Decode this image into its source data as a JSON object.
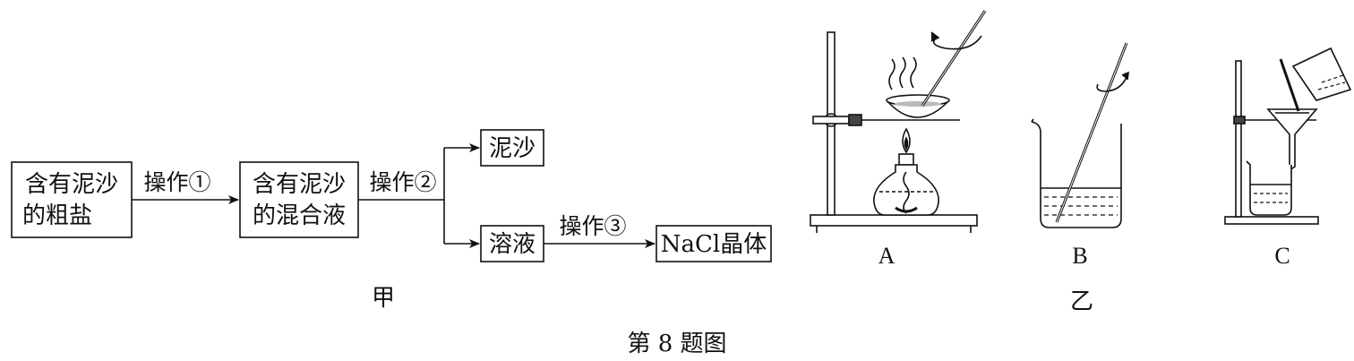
{
  "flowchart": {
    "box_raw_salt": [
      "含有泥沙",
      "的粗盐"
    ],
    "box_mixture": [
      "含有泥沙",
      "的混合液"
    ],
    "box_sediment": "泥沙",
    "box_solution": "溶液",
    "box_crystal": "NaCl晶体",
    "op1": "操作①",
    "op2": "操作②",
    "op3": "操作③",
    "caption": "甲"
  },
  "apparatus": {
    "label_a": "A",
    "label_b": "B",
    "label_c": "C",
    "caption": "乙"
  },
  "figure_caption": "第 8 题图"
}
